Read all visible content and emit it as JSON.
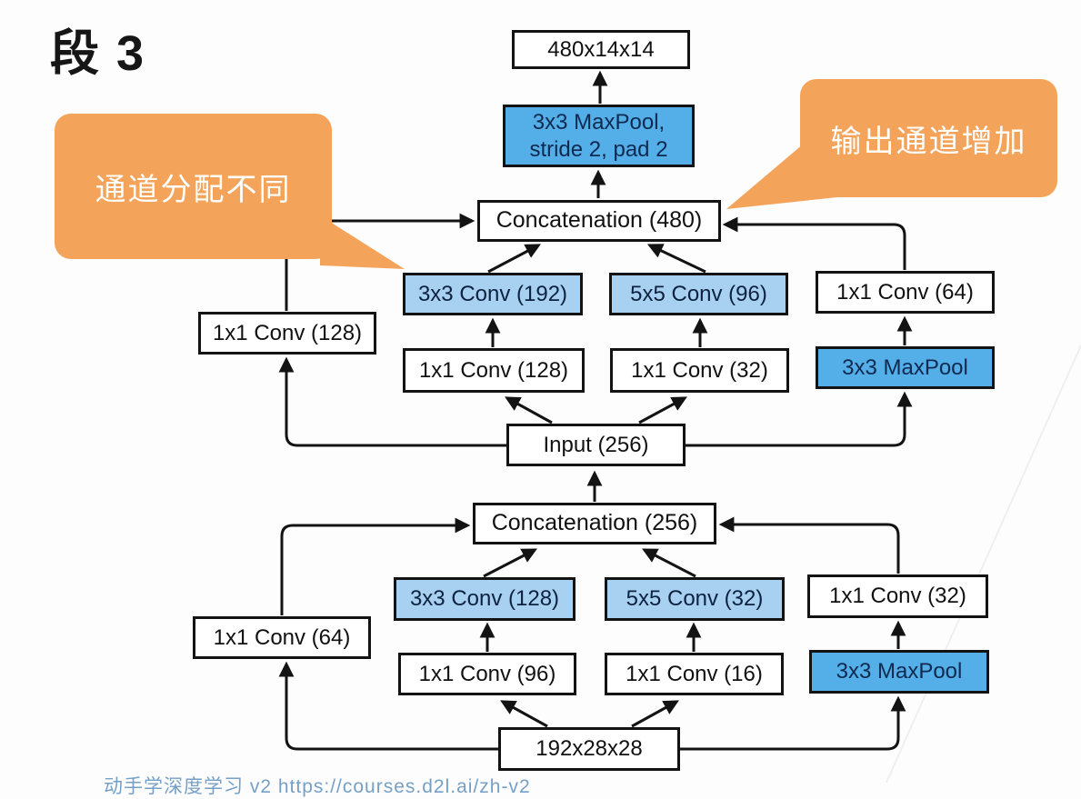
{
  "title": "段 3",
  "callouts": {
    "left": "通道分配不同",
    "right": "输出通道增加"
  },
  "top_module": {
    "output_dims": "480x14x14",
    "pool_stride_line1": "3x3 MaxPool,",
    "pool_stride_line2": "stride 2, pad 2",
    "concat": "Concatenation (480)",
    "conv3": "3x3 Conv (192)",
    "conv5": "5x5 Conv (96)",
    "conv1_right": "1x1 Conv (64)",
    "conv1_left": "1x1 Conv (128)",
    "conv1_mid_a": "1x1 Conv (128)",
    "conv1_mid_b": "1x1 Conv (32)",
    "maxpool": "3x3 MaxPool",
    "input": "Input (256)"
  },
  "bottom_module": {
    "concat": "Concatenation (256)",
    "conv3": "3x3 Conv (128)",
    "conv5": "5x5 Conv (32)",
    "conv1_right": "1x1 Conv (32)",
    "conv1_left": "1x1 Conv (64)",
    "conv1_mid_a": "1x1 Conv (96)",
    "conv1_mid_b": "1x1 Conv (16)",
    "maxpool": "3x3 MaxPool",
    "input": "192x28x28"
  },
  "caption": "动手学深度学习 v2  https://courses.d2l.ai/zh-v2",
  "colors": {
    "callout_orange": "#F4A45A",
    "conv_light_blue": "#A8D1F1",
    "maxpool_blue": "#54AEE8",
    "line_black": "#131313",
    "caption_blue": "#76a0c6"
  }
}
